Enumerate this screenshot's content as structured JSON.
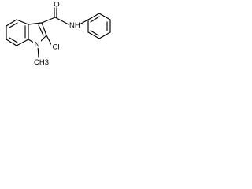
{
  "molecule": {
    "atoms": {
      "oxygen": "O",
      "amide_nitrogen": "N",
      "amide_hydrogen": "H",
      "chlorine": "Cl",
      "indole_nitrogen": "N",
      "n_methyl": "CH3"
    }
  }
}
